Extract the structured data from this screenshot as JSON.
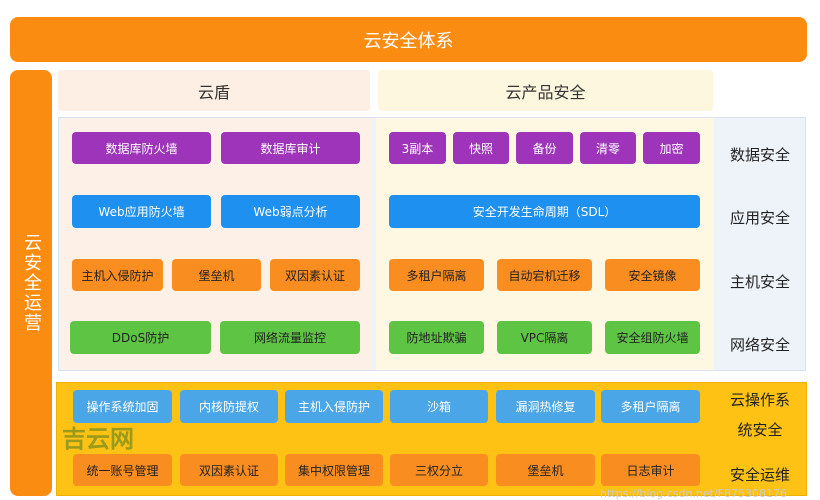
{
  "title": "云安全体系",
  "side": "云安全运营",
  "headers": {
    "shield": "云盾",
    "product": "云产品安全"
  },
  "shield_rows": [
    [
      "数据库防火墙",
      "数据库审计"
    ],
    [
      "Web应用防火墙",
      "Web弱点分析"
    ],
    [
      "主机入侵防护",
      "堡垒机",
      "双因素认证"
    ],
    [
      "DDoS防护",
      "网络流量监控"
    ]
  ],
  "product_rows": [
    [
      "3副本",
      "快照",
      "备份",
      "清零",
      "加密"
    ],
    [
      "安全开发生命周期（SDL）"
    ],
    [
      "多租户隔离",
      "自动宕机迁移",
      "安全镜像"
    ],
    [
      "防地址欺骗",
      "VPC隔离",
      "安全组防火墙"
    ]
  ],
  "row_labels": [
    "数据安全",
    "应用安全",
    "主机安全",
    "网络安全"
  ],
  "os_row": [
    "操作系统加固",
    "内核防提权",
    "主机入侵防护",
    "沙箱",
    "漏洞热修复",
    "多租户隔离"
  ],
  "ops_row": [
    "统一账号管理",
    "双因素认证",
    "集中权限管理",
    "三权分立",
    "堡垒机",
    "日志审计"
  ],
  "os_label_1": "云操作系",
  "os_label_2": "统安全",
  "ops_label": "安全运维",
  "watermark": "吉云网",
  "url": "https://blog.csdn.net/F875308176",
  "colors": {
    "orange": "#fb8c12",
    "purple": "#9d34ba",
    "blue": "#1e90f0",
    "green": "#5ec544",
    "yellow": "#fec214"
  }
}
